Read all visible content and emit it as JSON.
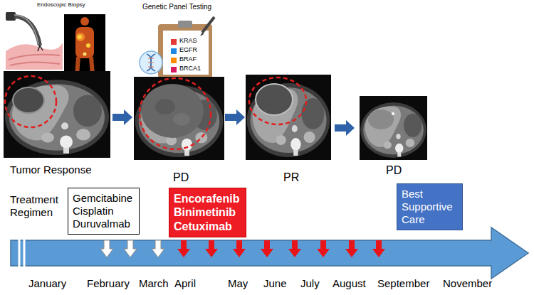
{
  "diagram": {
    "nodes": [
      {
        "text": [
          "Gemcitabine Cisplatin Duruvalmab"
        ]
      },
      {
        "text": [
          "Encorafenib Binimetinib Cetuximab"
        ]
      },
      {
        "text": [
          "Best Supportive Care"
        ]
      }
    ],
    "labels": [
      "Endoscopic Biopsy",
      "Genetic Panel Testing",
      "KRAS",
      "EGFR",
      "BRAF",
      "BRCA1",
      "Tumor Response",
      "PD",
      "PR",
      "PD",
      "Treatment Regimen",
      "January",
      "February",
      "March",
      "April",
      "May",
      "June",
      "July",
      "August",
      "September",
      "November"
    ]
  }
}
